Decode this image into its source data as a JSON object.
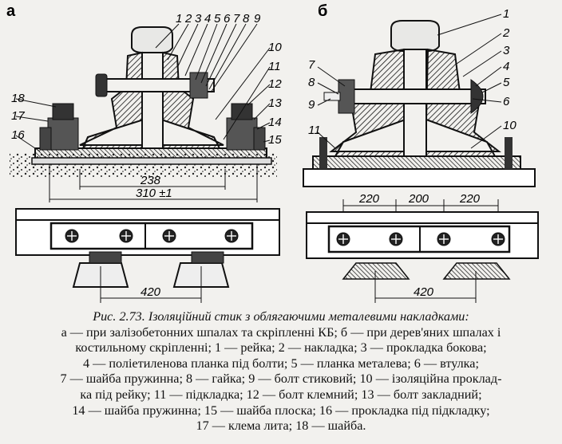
{
  "panels": {
    "a": "а",
    "b": "б"
  },
  "callouts_a": [
    "1",
    "2",
    "3",
    "4",
    "5",
    "6",
    "7",
    "8",
    "9",
    "10",
    "11",
    "12",
    "13",
    "14",
    "15",
    "16",
    "17",
    "18"
  ],
  "callouts_b": [
    "1",
    "2",
    "3",
    "4",
    "5",
    "6",
    "7",
    "8",
    "9",
    "10",
    "11"
  ],
  "dimensions_a": {
    "inner": "238",
    "outer": "310 ±1",
    "spacing": "420"
  },
  "dimensions_b": {
    "left": "220",
    "middle": "200",
    "right": "220",
    "spacing": "420"
  },
  "caption": {
    "title": "Рис. 2.73. Ізоляційний стик з облягаючими металевими накладками:",
    "lines": [
      "а — при залізобетонних шпалах та скріпленні КБ; б — при дерев'яних шпалах і",
      "костильному скріпленні; 1 — рейка; 2 — накладка; 3 — прокладка бокова;",
      "4 — поліетиленова планка під болти; 5 — планка металева; 6 — втулка;",
      "7 — шайба пружинна; 8 — гайка; 9 — болт стиковий; 10 — ізоляційна проклад-",
      "ка під рейку; 11 — підкладка; 12 — болт клемний; 13 — болт закладний;",
      "14 — шайба пружинна; 15 — шайба плоска; 16 — прокладка під підкладку;",
      "17 — клема лита; 18 — шайба."
    ]
  }
}
